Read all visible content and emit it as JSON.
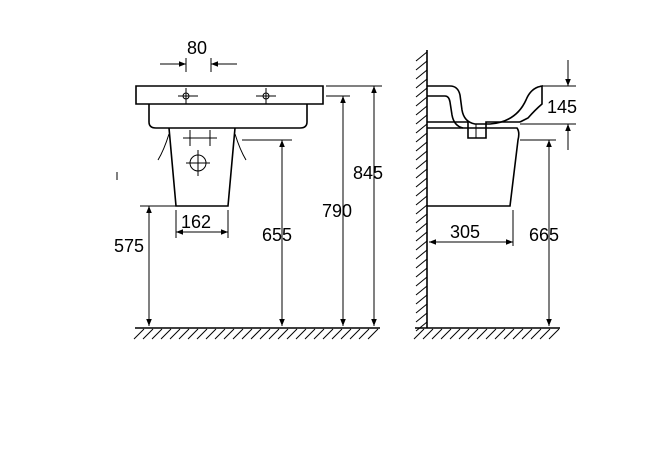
{
  "dimensions": {
    "tap_hole_spacing": "80",
    "pedestal_width": "162",
    "floor_to_pedestal_bottom": "575",
    "floor_to_basin_bottom": "655",
    "floor_to_rim": "790",
    "floor_to_top": "845",
    "basin_depth": "145",
    "basin_projection": "305",
    "side_floor_to_basin_bottom": "665"
  },
  "colors": {
    "line": "#000000",
    "background": "#ffffff"
  }
}
